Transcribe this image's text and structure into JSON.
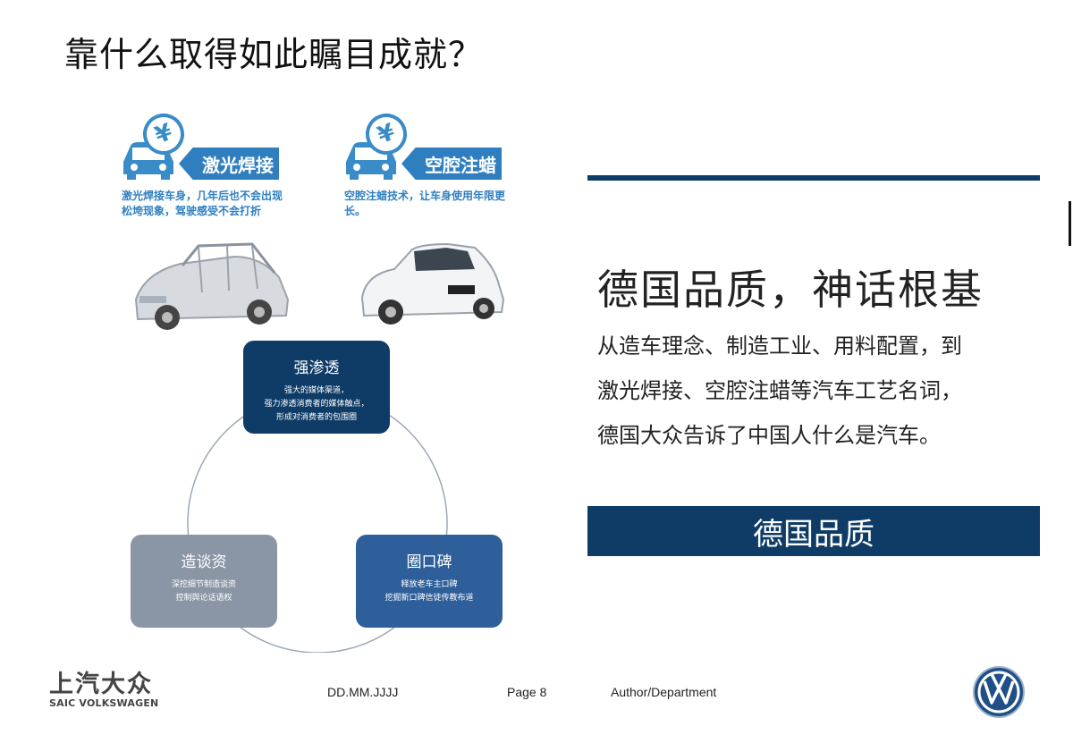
{
  "title": "靠什么取得如此瞩目成就？",
  "features": [
    {
      "icon": "yen-icon",
      "banner": "激光焊接",
      "desc": "激光焊接车身，几年后也不会出现松垮现象，驾驶感受不会打折"
    },
    {
      "icon": "yen-icon",
      "banner": "空腔注蜡",
      "desc": "空腔注蜡技术，让车身使用年限更长。"
    }
  ],
  "cycle": {
    "top": {
      "title": "强渗透",
      "desc_lines": [
        "强大的媒体渠道，",
        "强力渗透消费者的媒体触点，",
        "形成对消费者的包围圈"
      ]
    },
    "left": {
      "title": "造谈资",
      "desc_lines": [
        "深挖细节制造谈资",
        "控制舆论话语权"
      ]
    },
    "right": {
      "title": "圈口碑",
      "desc_lines": [
        "释放老车主口碑",
        "挖掘新口碑信徒传教布道"
      ]
    }
  },
  "right_panel": {
    "heading": "德国品质，神话根基",
    "body_lines": [
      "从造车理念、制造工业、用料配置，到",
      "激光焊接、空腔注蜡等汽车工艺名词，",
      "德国大众告诉了中国人什么是汽车。"
    ],
    "highlight": "德国品质"
  },
  "footer": {
    "logo_cn": "上汽大众",
    "logo_en": "SAIC VOLKSWAGEN",
    "date": "DD.MM.JJJJ",
    "page": "Page 8",
    "author": "Author/Department"
  },
  "colors": {
    "navy": "#0e3c66",
    "blue": "#2e5f9a",
    "gray": "#8a96a5",
    "accent": "#2f7fc0"
  }
}
